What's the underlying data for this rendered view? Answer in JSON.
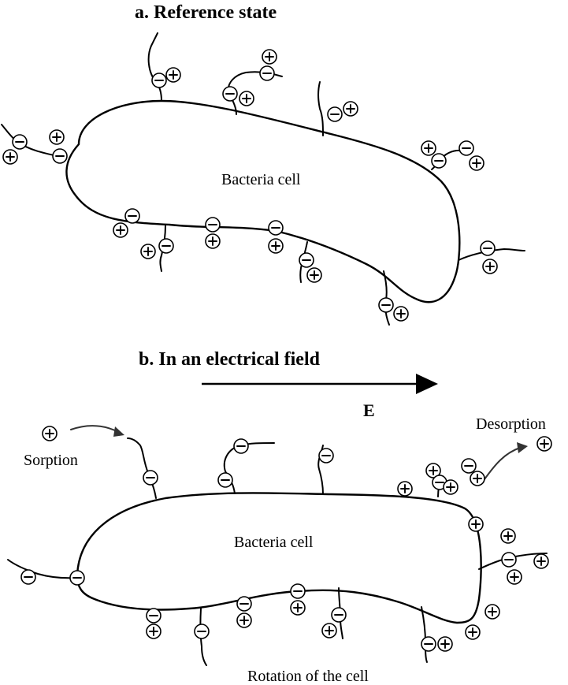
{
  "panel_a": {
    "heading": "a. Reference state",
    "cell_label": "Bacteria cell"
  },
  "panel_b": {
    "heading": "b. In an electrical field",
    "field_label": "E",
    "cell_label": "Bacteria cell",
    "sorption_label": "Sorption",
    "desorption_label": "Desorption",
    "rotation_label": "Rotation of the cell"
  },
  "colors": {
    "ink": "#000000",
    "background": "#ffffff",
    "process_arrow": "#333333"
  },
  "icons": {
    "negative_charge": "circled-minus",
    "positive_charge": "circled-plus"
  }
}
